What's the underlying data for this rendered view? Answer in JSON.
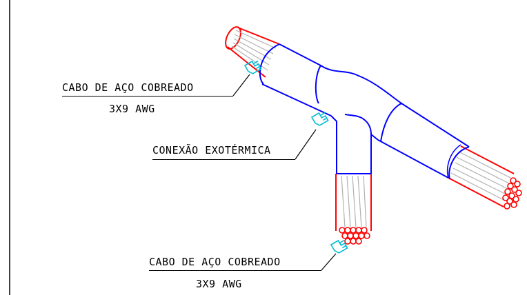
{
  "labels": {
    "top_cable_title": "CABO DE AÇO COBREADO",
    "top_cable_spec": "3X9 AWG",
    "connection": "CONEXÃO EXOTÉRMICA",
    "bottom_cable_title": "CABO DE AÇO COBREADO",
    "bottom_cable_spec": "3X9 AWG"
  },
  "colors": {
    "connector": "#0000ff",
    "cable": "#ff0000",
    "strands": "#b0b0b0",
    "leader": "#000000",
    "pointer": "#00bcd4"
  },
  "icons": [
    "hand-pointer-icon",
    "hand-pointer-icon",
    "hand-pointer-icon"
  ]
}
